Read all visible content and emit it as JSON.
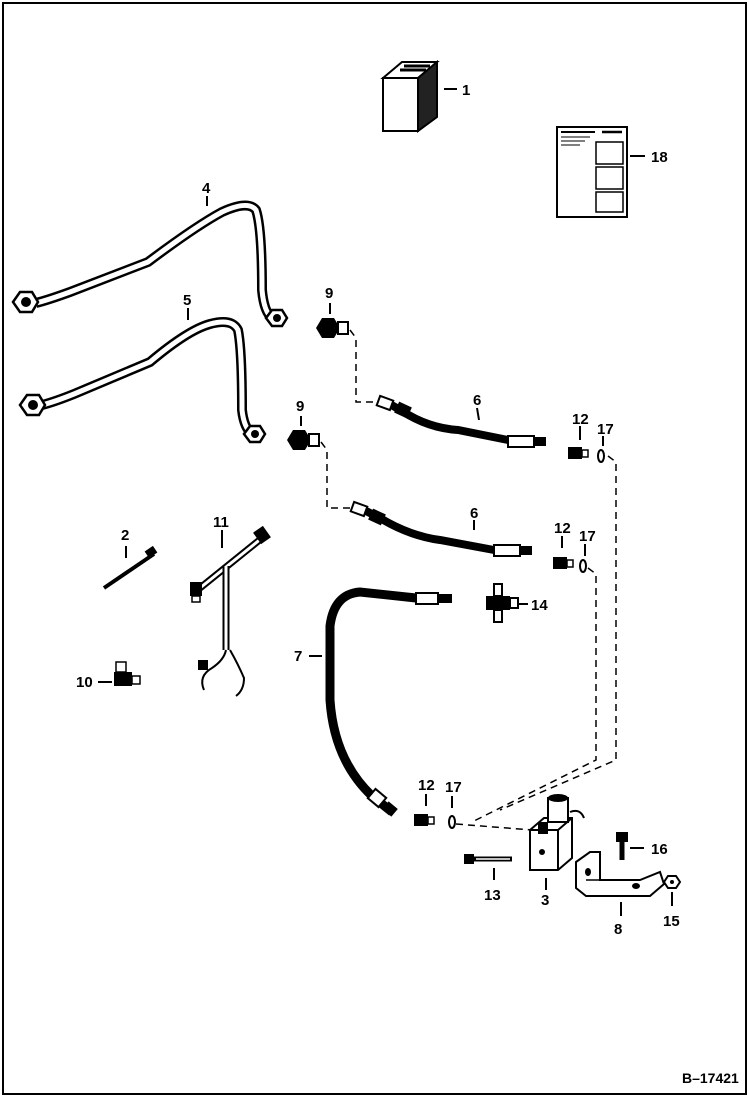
{
  "diagram": {
    "figure_reference": "B–17421",
    "callouts": {
      "c1": "1",
      "c2": "2",
      "c3": "3",
      "c4": "4",
      "c5": "5",
      "c6a": "6",
      "c6b": "6",
      "c7": "7",
      "c8": "8",
      "c9a": "9",
      "c9b": "9",
      "c10": "10",
      "c11": "11",
      "c12a": "12",
      "c12b": "12",
      "c12c": "12",
      "c13": "13",
      "c14": "14",
      "c15": "15",
      "c16": "16",
      "c17a": "17",
      "c17b": "17",
      "c17c": "17",
      "c18": "18"
    }
  }
}
